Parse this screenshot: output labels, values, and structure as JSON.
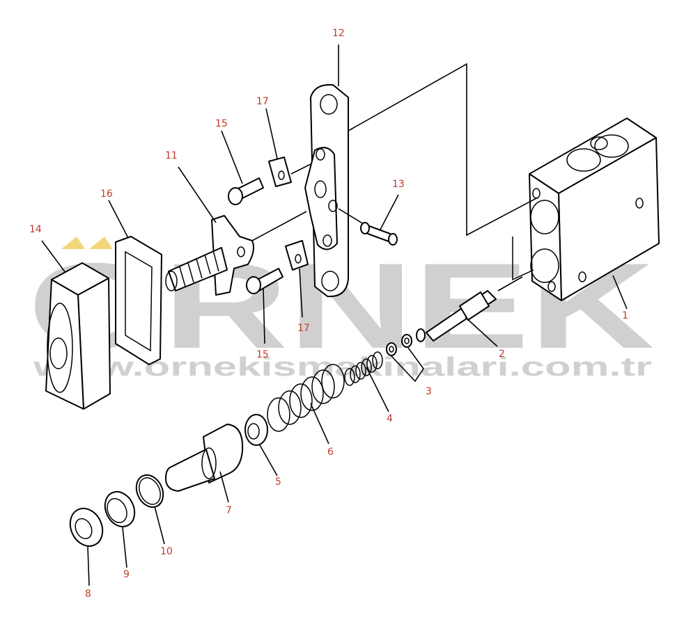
{
  "watermark": {
    "brand": "ORNEK",
    "url": "www.ornekismakinalari.com.tr",
    "color": "#d0d0d0",
    "accent": "#f2d77a"
  },
  "callout_color": "#c0392b",
  "labels": {
    "p1": "1",
    "p2": "2",
    "p3": "3",
    "p4": "4",
    "p5": "5",
    "p6": "6",
    "p7": "7",
    "p8": "8",
    "p9": "9",
    "p10": "10",
    "p11": "11",
    "p12": "12",
    "p13": "13",
    "p14": "14",
    "p15a": "15",
    "p15b": "15",
    "p16": "16",
    "p17a": "17",
    "p17b": "17"
  }
}
